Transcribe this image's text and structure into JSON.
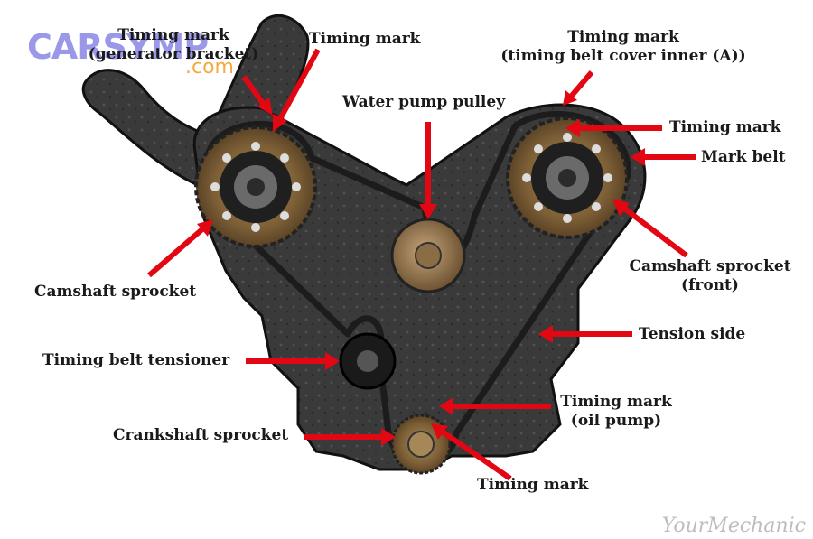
{
  "labels": {
    "timing_mark_generator_line1": "Timing mark",
    "timing_mark_generator_line2": "(generator bracket)",
    "timing_mark_top": "Timing mark",
    "timing_mark_cover_line1": "Timing mark",
    "timing_mark_cover_line2": "(timing belt cover inner (A))",
    "water_pump_pulley": "Water pump pulley",
    "timing_mark_right": "Timing mark",
    "mark_belt": "Mark belt",
    "camshaft_sprocket_front_line1": "Camshaft sprocket",
    "camshaft_sprocket_front_line2": "(front)",
    "camshaft_sprocket_left": "Camshaft sprocket",
    "tension_side": "Tension side",
    "timing_belt_tensioner": "Timing belt tensioner",
    "timing_mark_oil_pump_line1": "Timing mark",
    "timing_mark_oil_pump_line2": "(oil pump)",
    "crankshaft_sprocket": "Crankshaft sprocket",
    "timing_mark_bottom": "Timing mark"
  },
  "logo": {
    "text": "CARSYMP",
    "sub": ".com"
  },
  "watermark": "YourMechanic",
  "colors": {
    "arrow": "#e30613",
    "engine_dark": "#2e2e2e",
    "engine_mid": "#4a4a4a",
    "sprocket": "#8b6a3e",
    "belt": "#1c1c1c"
  }
}
